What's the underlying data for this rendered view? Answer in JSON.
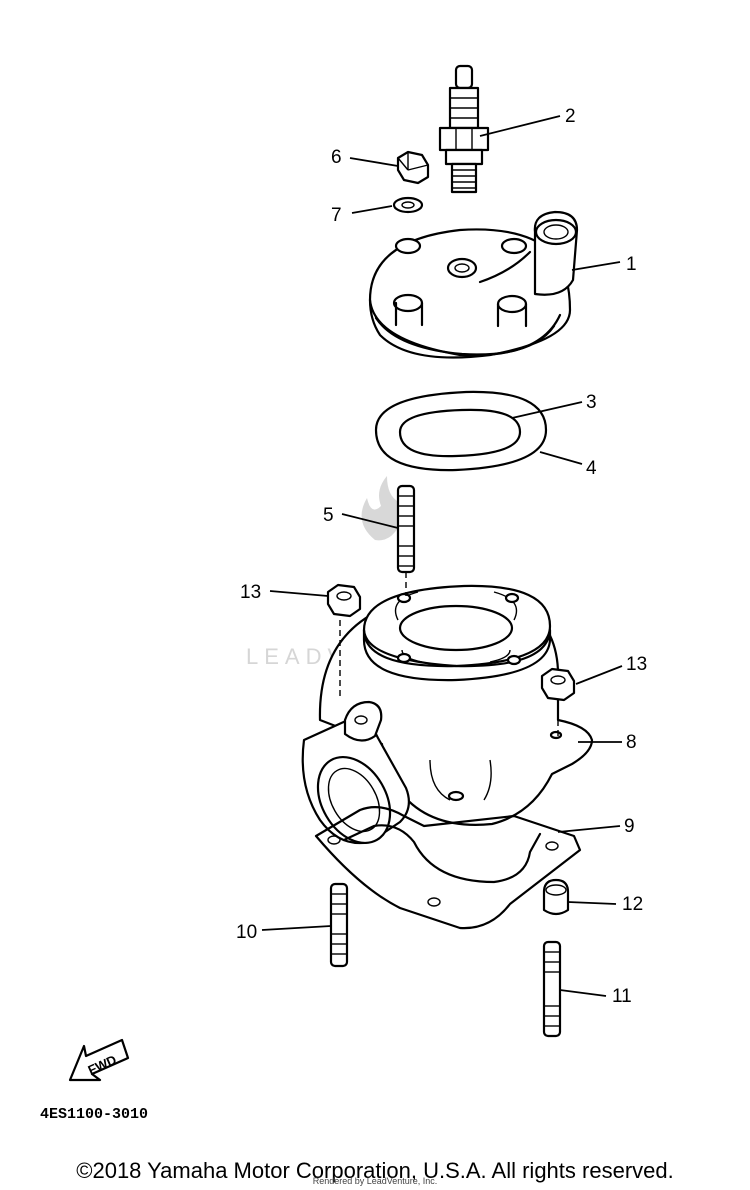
{
  "callouts": [
    {
      "id": "1",
      "text": "1"
    },
    {
      "id": "2",
      "text": "2"
    },
    {
      "id": "3",
      "text": "3"
    },
    {
      "id": "4",
      "text": "4"
    },
    {
      "id": "5",
      "text": "5"
    },
    {
      "id": "6",
      "text": "6"
    },
    {
      "id": "7",
      "text": "7"
    },
    {
      "id": "8",
      "text": "8"
    },
    {
      "id": "9",
      "text": "9"
    },
    {
      "id": "10",
      "text": "10"
    },
    {
      "id": "11",
      "text": "11"
    },
    {
      "id": "12",
      "text": "12"
    },
    {
      "id": "13a",
      "text": "13"
    },
    {
      "id": "13b",
      "text": "13"
    }
  ],
  "fwd_label": "FWD",
  "diagram_code": "4ES1100-3010",
  "watermark_text": "LEADVENTURE",
  "copyright": "©2018 Yamaha Motor Corporation, U.S.A. All rights reserved.",
  "rendered_by": "Rendered by LeadVenture, Inc."
}
